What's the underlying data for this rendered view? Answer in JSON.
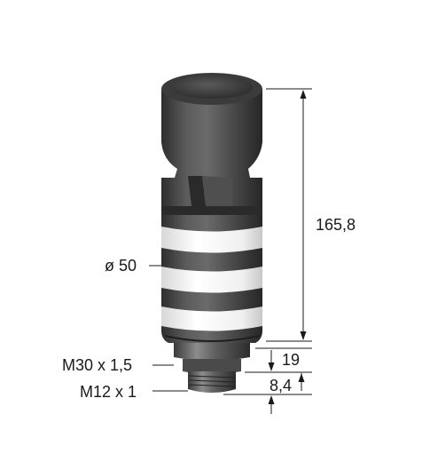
{
  "dimensions": {
    "height_total": "165,8",
    "diameter": "ø 50",
    "thread_housing": "M30 x 1,5",
    "thread_connector": "M12 x 1",
    "height_thread": "19",
    "height_connector": "8,4"
  },
  "colors": {
    "body_dark": "#3f3f3f",
    "body_mid": "#5a5a5a",
    "highlight": "#8a8a8a",
    "ring_white": "#ffffff",
    "line": "#1a1a1a"
  }
}
